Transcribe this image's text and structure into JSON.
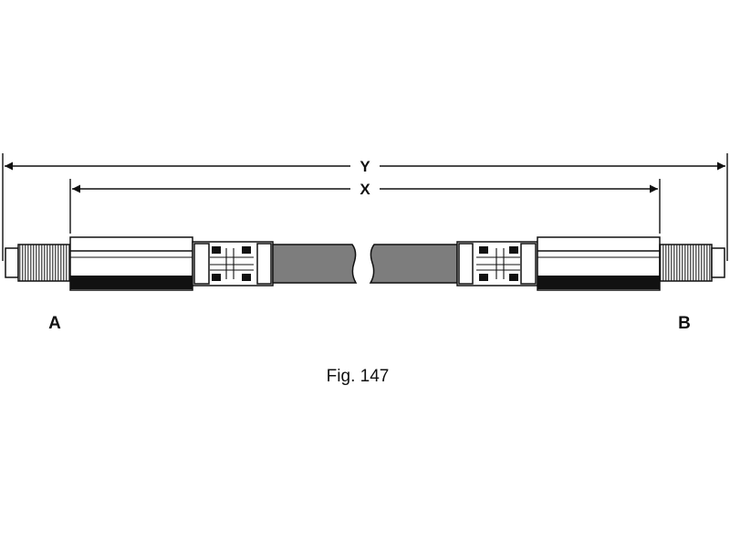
{
  "diagram": {
    "dimension_labels": {
      "overall": "Y",
      "inner": "X"
    },
    "end_labels": {
      "left": "A",
      "right": "B"
    },
    "caption": "Fig. 147"
  }
}
